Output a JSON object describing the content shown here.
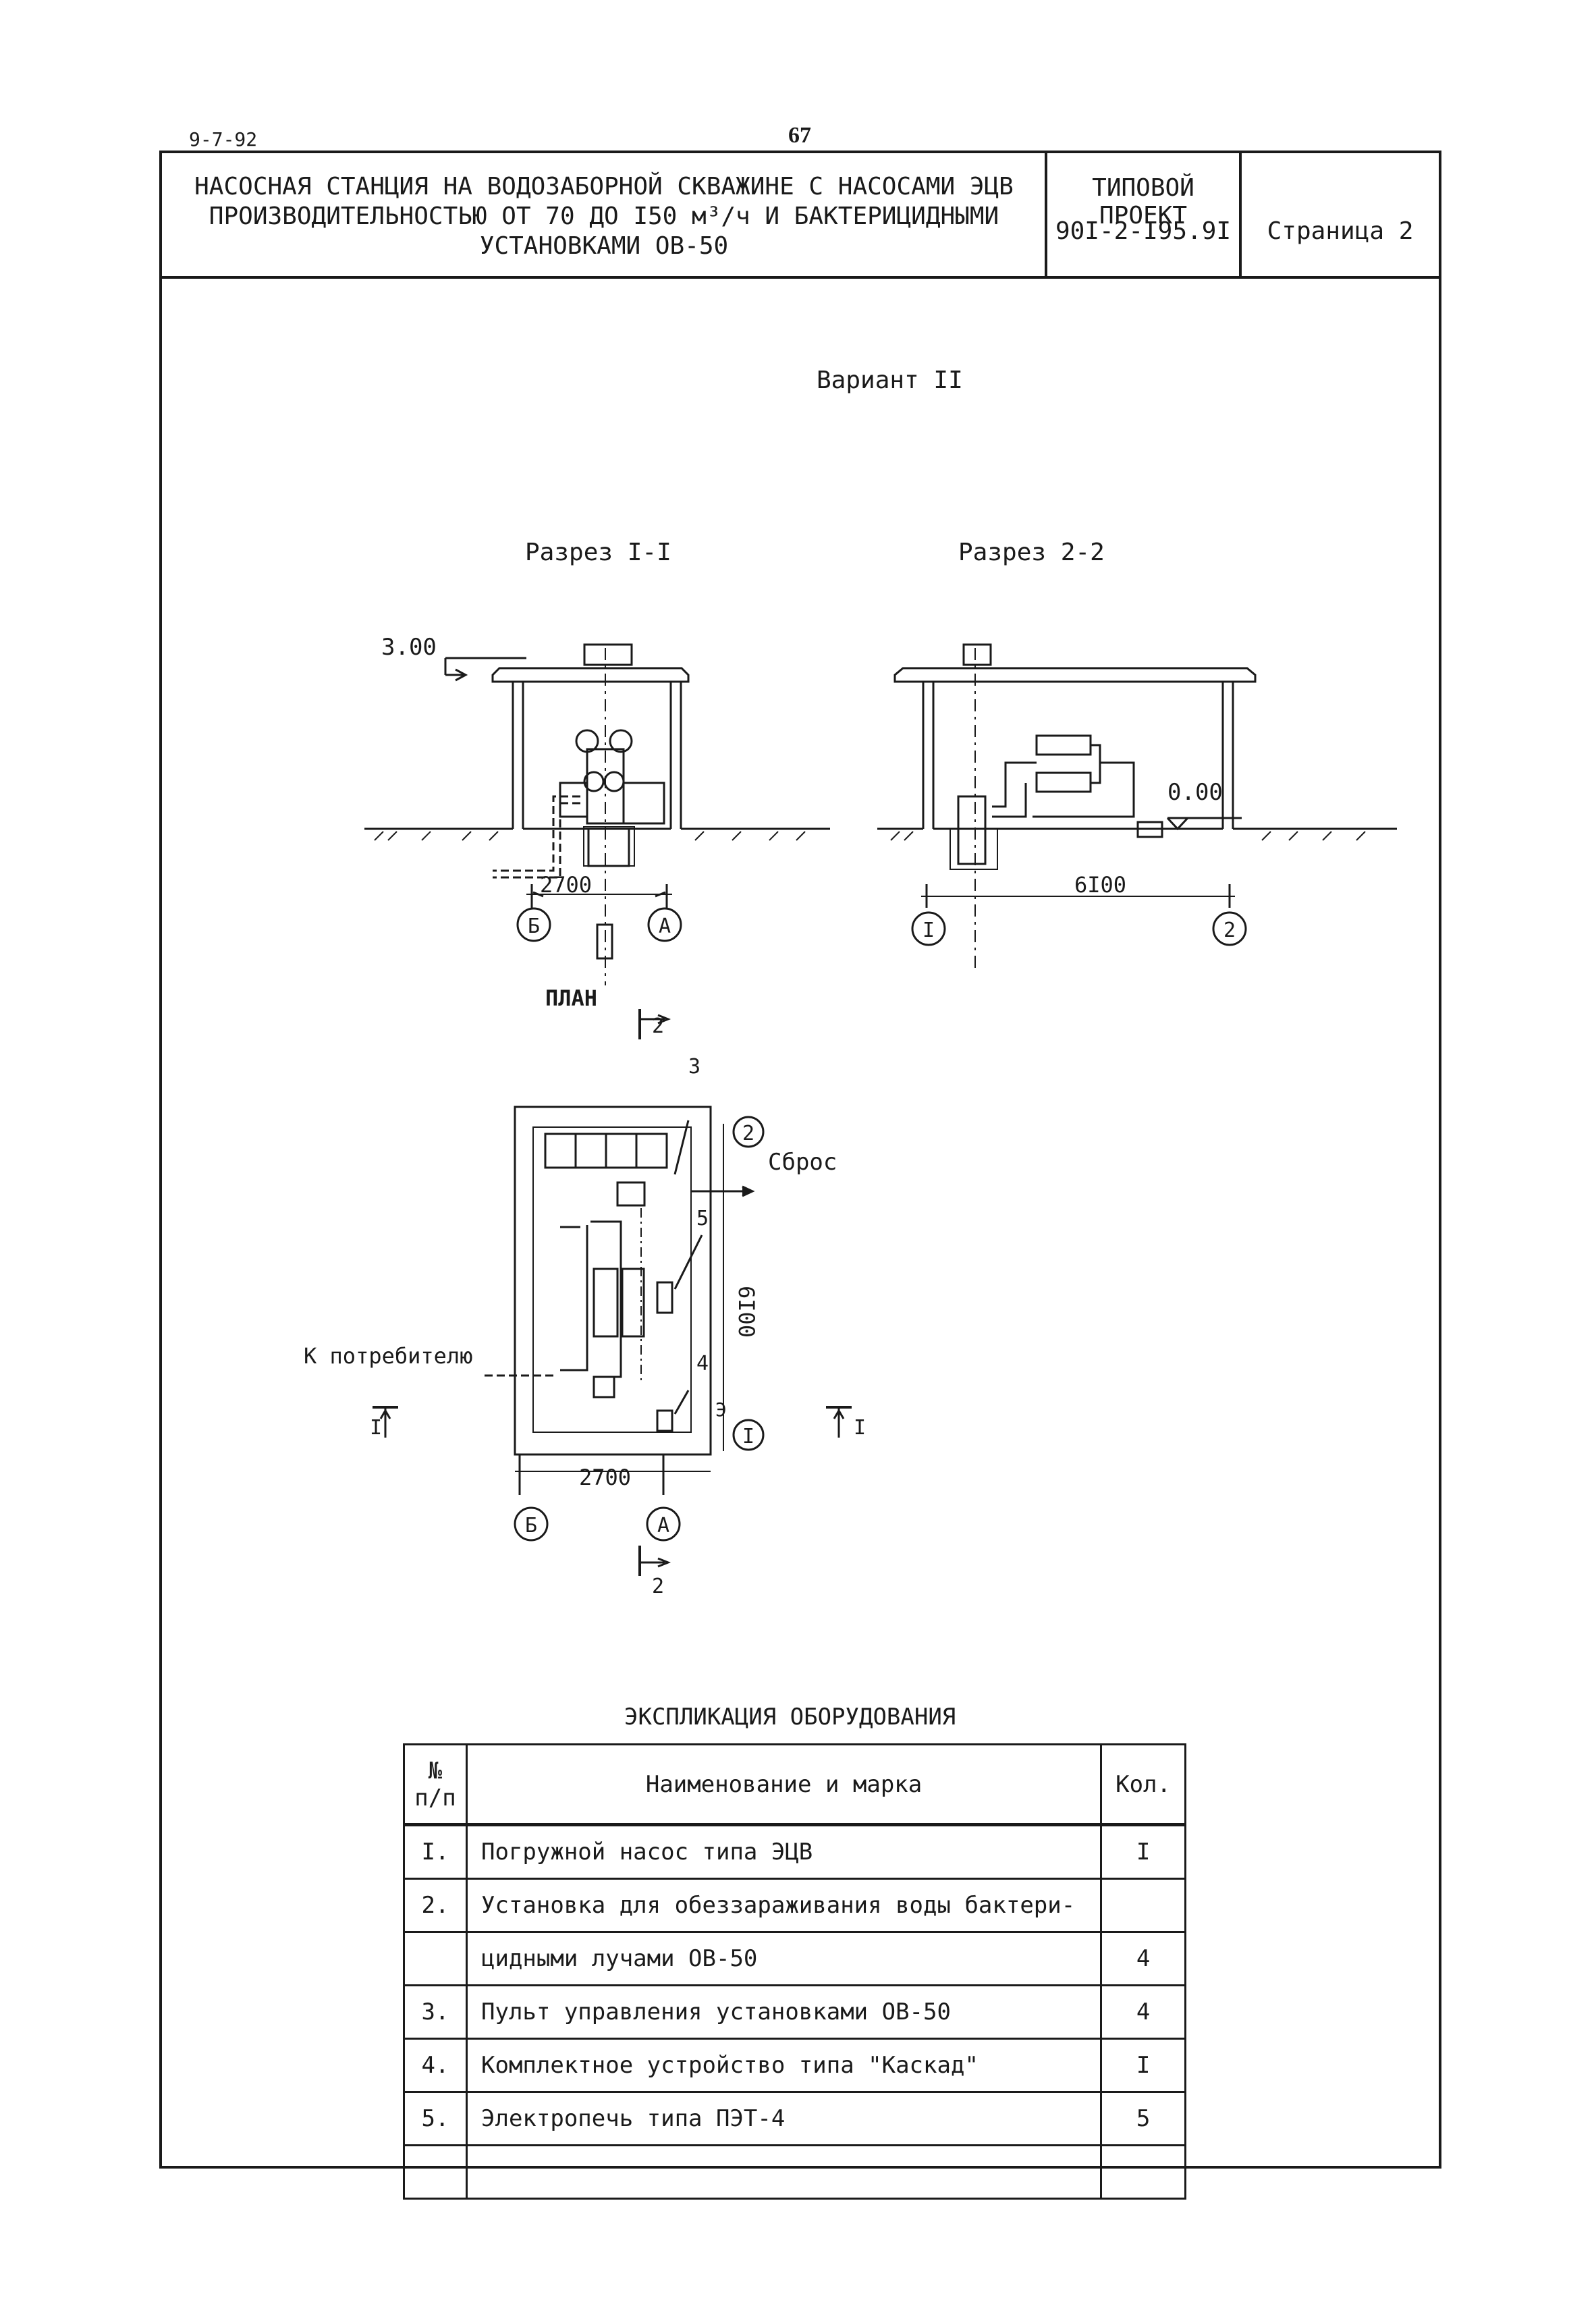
{
  "doc_code": "9-7-92",
  "page_number": "67",
  "header": {
    "title_lines": [
      "НАСОСНАЯ СТАНЦИЯ НА ВОДОЗАБОРНОЙ СКВАЖИНЕ С НАСОСАМИ  ЭЦВ",
      "ПРОИЗВОДИТЕЛЬНОСТЬЮ  ОТ 70  ДО I50  м³/ч И БАКТЕРИЦИДНЫМИ",
      "УСТАНОВКАМИ ОВ-50"
    ],
    "project_label": "ТИПОВОЙ ПРОЕКТ",
    "project_number": "90I-2-I95.9I",
    "page_label": "Страница 2"
  },
  "drawing": {
    "variant": "Вариант II",
    "section1_title": "Разрез I-I",
    "section2_title": "Разрез 2-2",
    "plan_title": "ПЛАН",
    "level_top": "3.00",
    "level_zero": "0.00",
    "dim_2700": "2700",
    "dim_6100": "6I00",
    "axis_b": "Б",
    "axis_a": "А",
    "axis_1": "I",
    "axis_2": "2",
    "label_discharge": "Сброс",
    "label_consumer": "К потребителю",
    "label_e": "Э",
    "section_mark_1": "I",
    "section_mark_2": "2",
    "callout_3": "3",
    "callout_4": "4",
    "callout_5": "5"
  },
  "explication": {
    "title": "ЭКСПЛИКАЦИЯ ОБОРУДОВАНИЯ",
    "col_num": "№ п/п",
    "col_name": "Наименование и марка",
    "col_qty": "Кол.",
    "rows": [
      {
        "num": "I.",
        "name": "Погружной насос типа ЭЦВ",
        "qty": "I"
      },
      {
        "num": "2.",
        "name": "Установка для обеззараживания воды бактери-",
        "qty": ""
      },
      {
        "num": "",
        "name": "цидными лучами ОВ-50",
        "qty": "4"
      },
      {
        "num": "3.",
        "name": "Пульт управления установками ОВ-50",
        "qty": "4"
      },
      {
        "num": "4.",
        "name": "Комплектное устройство типа \"Каскад\"",
        "qty": "I"
      },
      {
        "num": "5.",
        "name": "Электропечь типа ПЭТ-4",
        "qty": "5"
      },
      {
        "num": "",
        "name": "",
        "qty": ""
      }
    ]
  }
}
